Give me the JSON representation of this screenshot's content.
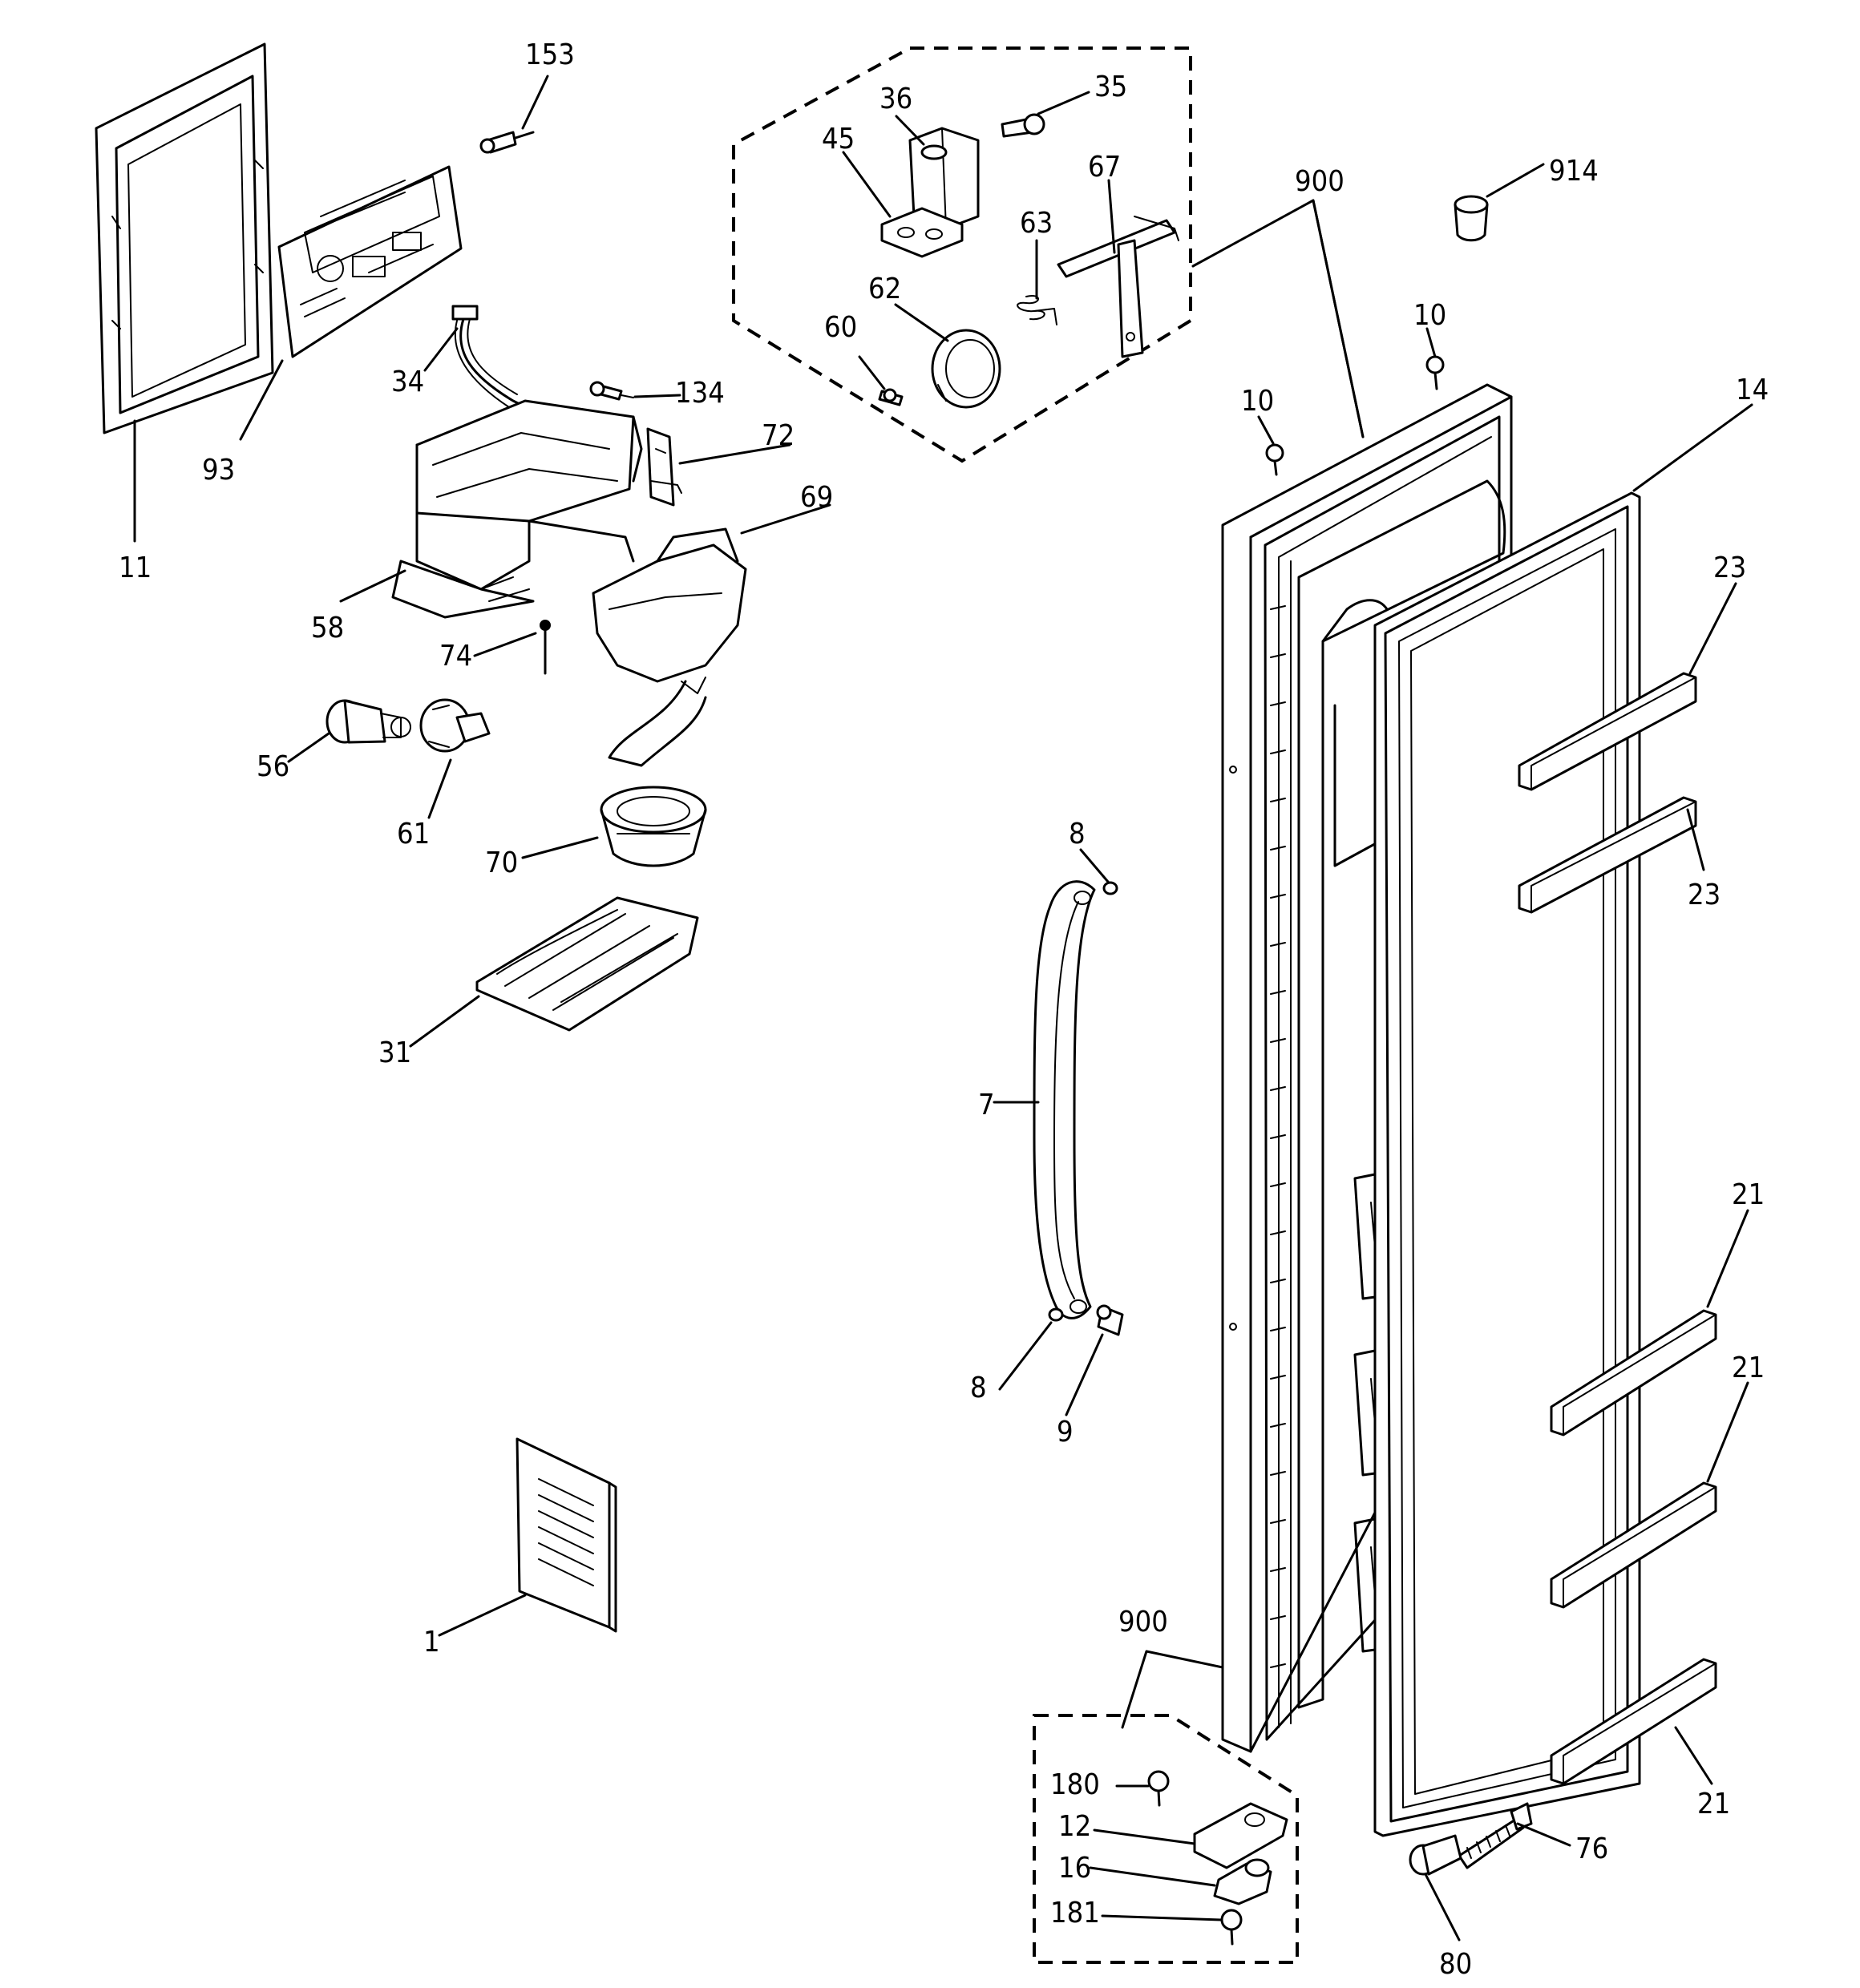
{
  "labels": {
    "l153": "153",
    "l11": "11",
    "l93": "93",
    "l34": "34",
    "l134": "134",
    "l72": "72",
    "l69": "69",
    "l58": "58",
    "l74": "74",
    "l56": "56",
    "l61": "61",
    "l70": "70",
    "l31": "31",
    "l1": "1",
    "l36": "36",
    "l35": "35",
    "l45": "45",
    "l67": "67",
    "l63": "63",
    "l62": "62",
    "l60": "60",
    "l900a": "900",
    "l914": "914",
    "l10a": "10",
    "l10b": "10",
    "l14": "14",
    "l23a": "23",
    "l23b": "23",
    "l8a": "8",
    "l8b": "8",
    "l7": "7",
    "l9": "9",
    "l21a": "21",
    "l21b": "21",
    "l21c": "21",
    "l900b": "900",
    "l180": "180",
    "l12": "12",
    "l16": "16",
    "l181": "181",
    "l76": "76",
    "l80": "80"
  }
}
